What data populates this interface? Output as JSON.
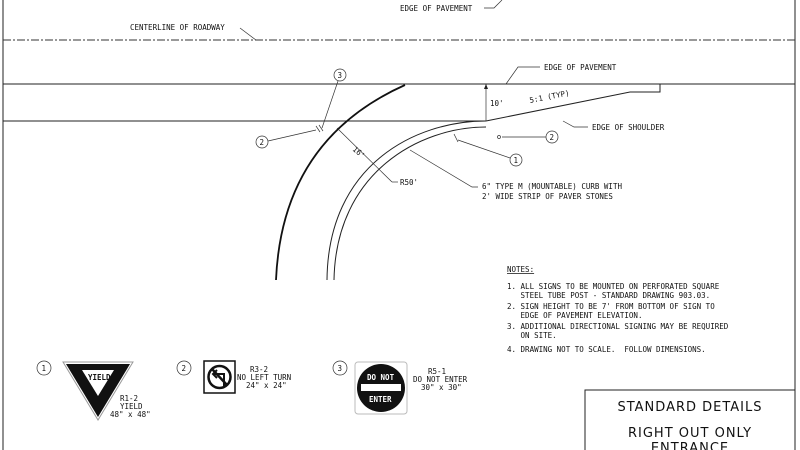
{
  "labels": {
    "edge_of_pavement_top": "EDGE OF PAVEMENT",
    "centerline": "CENTERLINE OF ROADWAY",
    "edge_of_pavement": "EDGE OF PAVEMENT",
    "edge_of_shoulder": "EDGE OF SHOULDER",
    "dim_10": "10'",
    "taper": "5:1 (TYP)",
    "dim_16": "16'",
    "radius": "R50'",
    "curb_line1": "6\" TYPE M (MOUNTABLE) CURB WITH",
    "curb_line2": "2' WIDE STRIP OF PAVER STONES"
  },
  "callouts": [
    "1",
    "2",
    "3"
  ],
  "notes": {
    "heading": "NOTES:",
    "items": [
      [
        "1. ALL SIGNS TO BE MOUNTED ON PERFORATED SQUARE",
        "   STEEL TUBE POST - STANDARD DRAWING 903.03."
      ],
      [
        "2. SIGN HEIGHT TO BE 7' FROM BOTTOM OF SIGN TO",
        "   EDGE OF PAVEMENT ELEVATION."
      ],
      [
        "3. ADDITIONAL DIRECTIONAL SIGNING MAY BE REQUIRED",
        "   ON SITE."
      ],
      [
        "4. DRAWING NOT TO SCALE.  FOLLOW DIMENSIONS."
      ]
    ]
  },
  "signs": [
    {
      "num": "1",
      "face": "YIELD",
      "code": "R1-2",
      "name": "YIELD",
      "size": "48\" x 48\""
    },
    {
      "num": "2",
      "code": "R3-2",
      "name": "NO LEFT TURN",
      "size": "24\" x 24\""
    },
    {
      "num": "3",
      "face_top": "DO NOT",
      "face_bottom": "ENTER",
      "code": "R5-1",
      "name": "DO NOT ENTER",
      "size": "30\" x 30\""
    }
  ],
  "title_block": {
    "line1": "STANDARD DETAILS",
    "line2": "RIGHT OUT ONLY",
    "line3": "ENTRANCE"
  }
}
